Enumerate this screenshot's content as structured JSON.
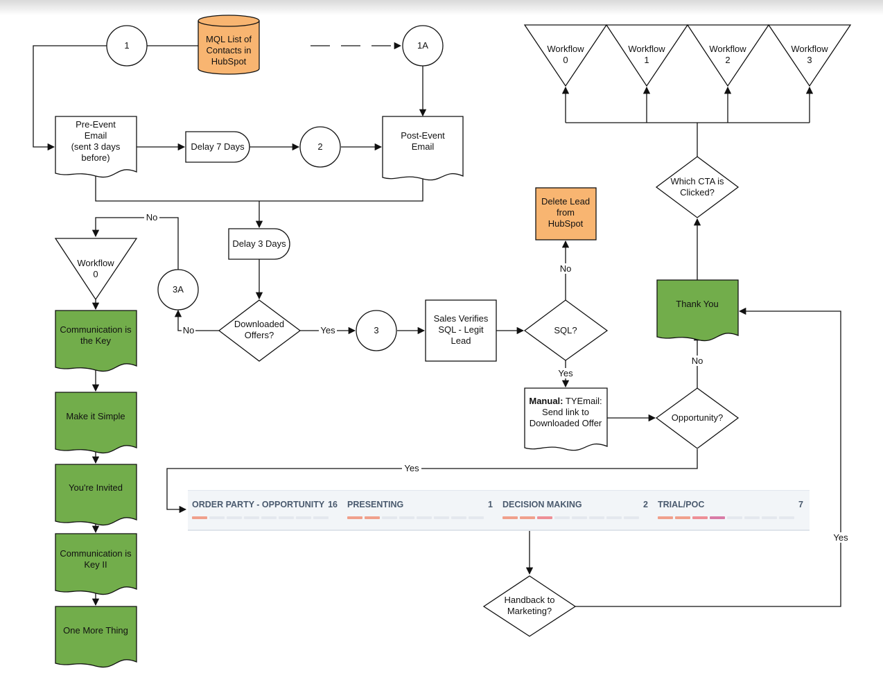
{
  "nodes": {
    "c1": "1",
    "mql": [
      "MQL List of",
      "Contacts in",
      "HubSpot"
    ],
    "c1a": "1A",
    "pre_event": [
      "Pre-Event",
      "Email",
      "(sent 3 days",
      "before)"
    ],
    "delay7": "Delay 7 Days",
    "c2": "2",
    "post_event": [
      "Post-Event",
      "Email"
    ],
    "delay3": "Delay 3 Days",
    "wf0_left": [
      "Workflow",
      "0"
    ],
    "c3a": "3A",
    "downloaded": [
      "Downloaded",
      "Offers?"
    ],
    "c3": "3",
    "sales_verifies": [
      "Sales Verifies",
      "SQL - Legit",
      "Lead"
    ],
    "sql": "SQL?",
    "delete_lead": [
      "Delete Lead",
      "from",
      "HubSpot"
    ],
    "manual_bold": "Manual:",
    "manual": [
      "TYEmail:",
      "Send link to",
      "Downloaded Offer"
    ],
    "opportunity": "Opportunity?",
    "thank_you": "Thank You",
    "which_cta": [
      "Which CTA is",
      "Clicked?"
    ],
    "workflows": [
      [
        "Workflow",
        "0"
      ],
      [
        "Workflow",
        "1"
      ],
      [
        "Workflow",
        "2"
      ],
      [
        "Workflow",
        "3"
      ]
    ],
    "emails": [
      "Communication is|the Key",
      "Make it Simple",
      "You're Invited",
      "Communication is|Key II",
      "One More Thing"
    ],
    "handback": [
      "Handback to",
      "Marketing?"
    ]
  },
  "edge_labels": {
    "no_top": "No",
    "no_3a": "No",
    "yes_downloaded": "Yes",
    "no_sql": "No",
    "yes_sql": "Yes",
    "no_opportunity": "No",
    "yes_opportunity": "Yes",
    "yes_handback": "Yes"
  },
  "pipeline": {
    "stages": [
      {
        "name": "ORDER PARTY - OPPORTUNITY",
        "count": "16",
        "filled": 1,
        "colors": [
          "#f0a08c"
        ]
      },
      {
        "name": "PRESENTING",
        "count": "1",
        "filled": 2,
        "colors": [
          "#f0a08c",
          "#f0a08c"
        ]
      },
      {
        "name": "DECISION MAKING",
        "count": "2",
        "filled": 3,
        "colors": [
          "#f0a08c",
          "#f0a08c",
          "#ee8f96"
        ]
      },
      {
        "name": "TRIAL/POC",
        "count": "7",
        "filled": 4,
        "colors": [
          "#f0a08c",
          "#f0a08c",
          "#ee8f96",
          "#d87ba6"
        ]
      }
    ]
  },
  "colors": {
    "green": "#72ad4b",
    "orange": "#f8b571",
    "panel": "#f2f5f8",
    "stage_text": "#4a5a6e"
  }
}
